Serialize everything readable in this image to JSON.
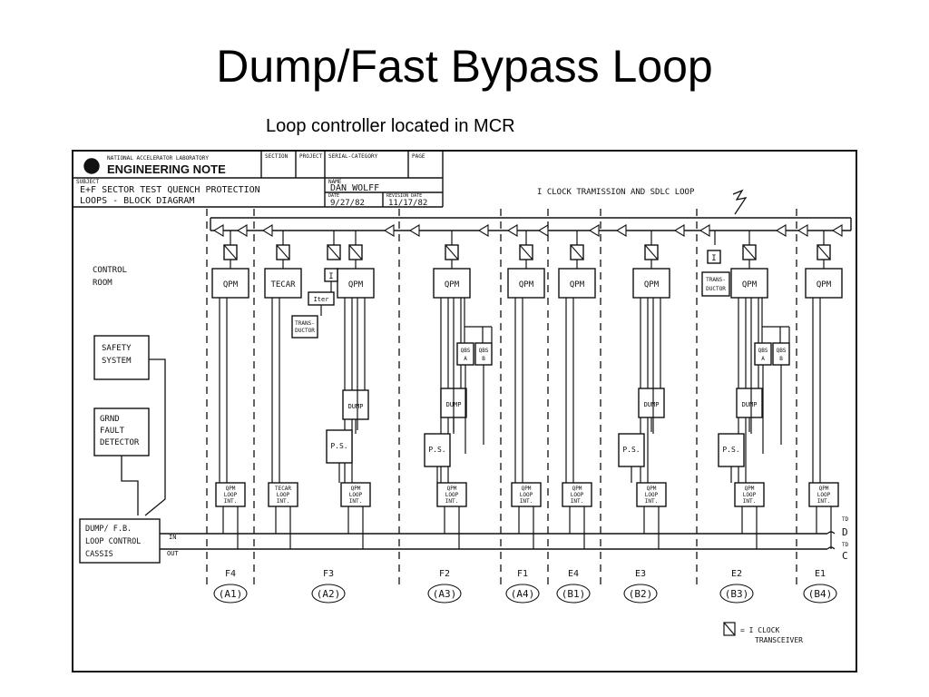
{
  "slide": {
    "title": "Dump/Fast Bypass Loop",
    "subtitle": "Loop controller located in MCR"
  },
  "note_header": {
    "lab": "NATIONAL ACCELERATOR LABORATORY",
    "doc_type": "ENGINEERING NOTE",
    "section_label": "SECTION",
    "project_label": "PROJECT",
    "serial_label": "SERIAL-CATEGORY",
    "page_label": "PAGE",
    "subject_label": "SUBJECT",
    "subject_line1": "E+F SECTOR TEST QUENCH PROTECTION",
    "subject_line2": "LOOPS - BLOCK DIAGRAM",
    "name_label": "NAME",
    "name_value": "DAN WOLFF",
    "date_label": "DATE",
    "date_value": "9/27/82",
    "revision_label": "REVISION DATE",
    "revision_value": "11/17/82"
  },
  "diagram": {
    "clock_loop_label": "I CLOCK TRAMISSION AND SDLC LOOP",
    "control_room": [
      "CONTROL",
      "ROOM"
    ],
    "safety_system": [
      "SAFETY",
      "SYSTEM"
    ],
    "grnd_fault": [
      "GRND",
      "FAULT",
      "DETECTOR"
    ],
    "chassis": [
      "DUMP/ F.B.",
      "LOOP CONTROL",
      "CASSIS"
    ],
    "in_label": "IN",
    "out_label": "OUT",
    "td_d": "D",
    "td_c": "C",
    "td_small": "TD",
    "qpm": "QPM",
    "tecar": "TECAR",
    "dump": "DUMP",
    "ps": "P.S.",
    "qbs_a": [
      "QBS",
      "A"
    ],
    "qbs_b": [
      "QBS",
      "B"
    ],
    "i_box": "I",
    "iter": "Iter",
    "transductor": [
      "TRANS-",
      "DUCTOR"
    ],
    "qpm_loop_int": [
      "QPM",
      "LOOP",
      "INT."
    ],
    "tecar_loop_int": [
      "TECAR",
      "LOOP",
      "INT."
    ],
    "legend_eq": "= I CLOCK",
    "legend_sub": "TRANSCEIVER",
    "sectors": [
      {
        "name": "F4",
        "alias": "(A1)"
      },
      {
        "name": "F3",
        "alias": "(A2)"
      },
      {
        "name": "F2",
        "alias": "(A3)"
      },
      {
        "name": "F1",
        "alias": "(A4)"
      },
      {
        "name": "E4",
        "alias": "(B1)"
      },
      {
        "name": "E3",
        "alias": "(B2)"
      },
      {
        "name": "E2",
        "alias": "(B3)"
      },
      {
        "name": "E1",
        "alias": "(B4)"
      }
    ]
  }
}
